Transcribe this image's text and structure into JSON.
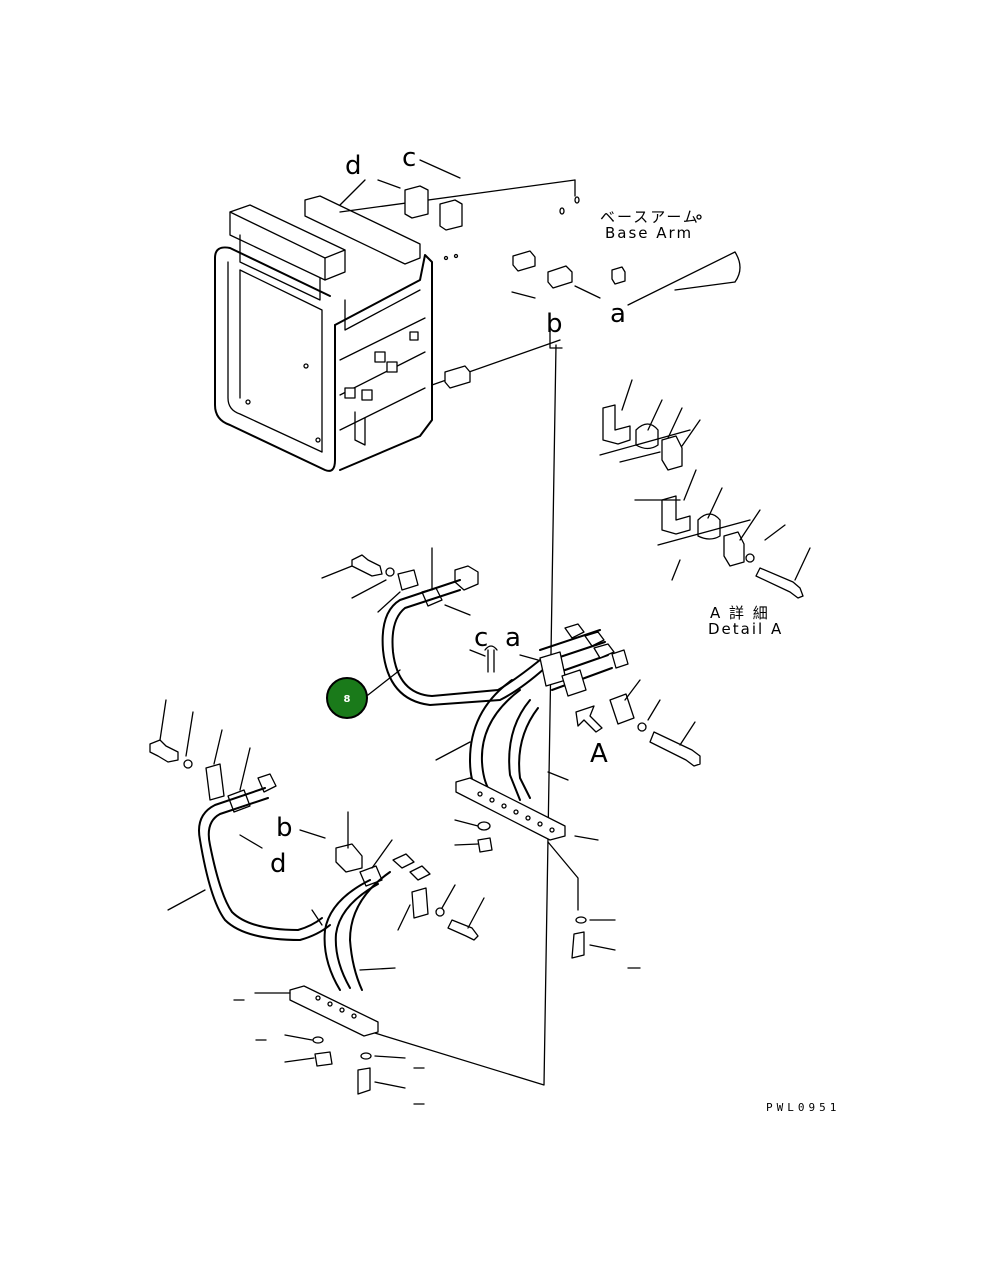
{
  "labels": {
    "base_arm_jp": "ベースアーム",
    "base_arm_en": "Base Arm",
    "detail_jp": "A 詳 細",
    "detail_en": "Detail A",
    "ref_a_top": "a",
    "ref_b_top": "b",
    "ref_c_top": "c",
    "ref_d_top": "d",
    "ref_c_mid": "c",
    "ref_a_mid": "a",
    "ref_b_low": "b",
    "ref_d_low": "d",
    "view_a": "A",
    "drawing_code": "PWL0951"
  },
  "hotspot": {
    "label": "8",
    "color": "#1a7a1a"
  }
}
